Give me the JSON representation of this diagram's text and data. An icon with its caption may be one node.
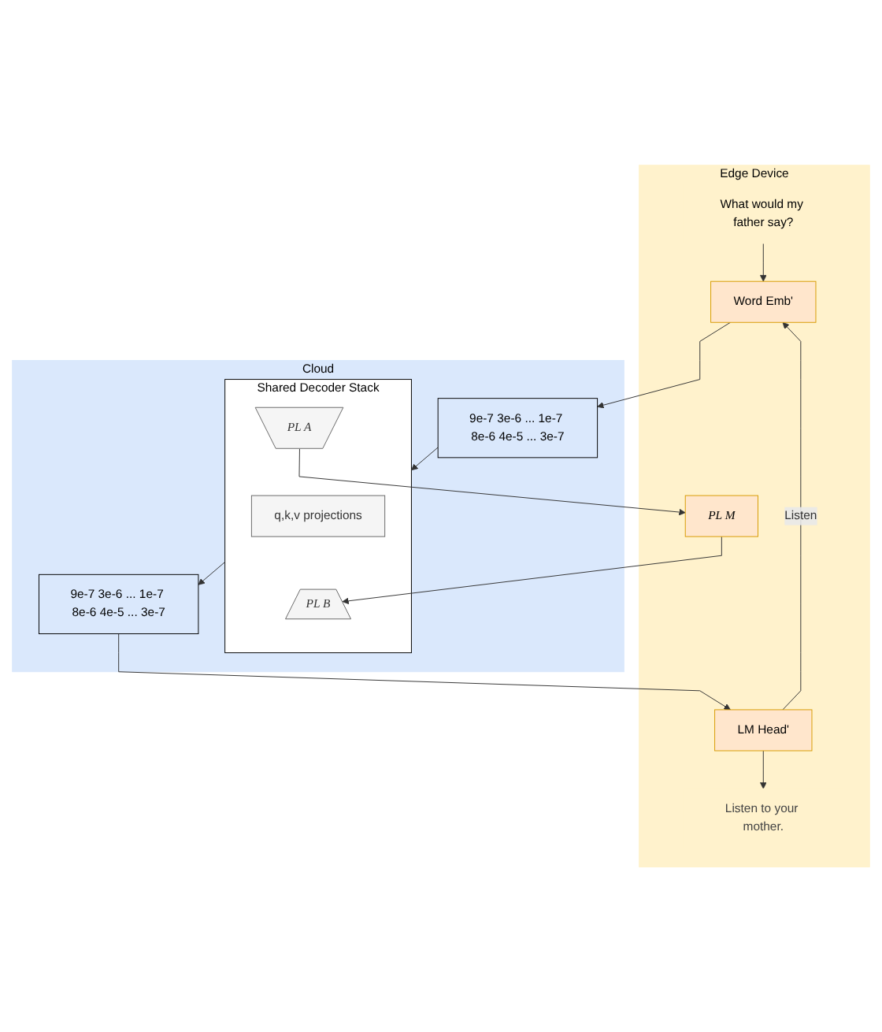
{
  "diagram": {
    "nodes": [
      {
        "text": [
          "Cloud"
        ]
      },
      {
        "text": [
          "9e-7 3e-6 ... 1e-7 8e-6 4e-5 ... 3e-7"
        ],
        "in": 0
      },
      {
        "text": [
          "Shared Decoder Stack"
        ],
        "in": 0
      },
      {
        "text": [
          "q,k,v projections"
        ],
        "in": 2
      },
      {
        "text": [
          "PL A"
        ],
        "in": 2
      },
      {
        "text": [
          "PL B"
        ],
        "in": 2
      },
      {
        "text": [
          "9e-7 3e-6 ... 1e-7 8e-6 4e-5 ... 3e-7"
        ],
        "in": 0
      },
      {
        "text": [
          "Edge Device"
        ]
      },
      {
        "text": [
          "What would my father say?"
        ],
        "in": 7
      },
      {
        "text": [
          "Word Emb'"
        ],
        "in": 7
      },
      {
        "text": [
          "PL M"
        ],
        "in": 7
      },
      {
        "text": [
          "LM Head'"
        ],
        "in": 7
      },
      {
        "text": [
          "Listen to your mother."
        ],
        "in": 7
      }
    ],
    "edges": [
      {
        "from": 8,
        "to": 9,
        "arrow": "to"
      },
      {
        "from": 11,
        "to": 9,
        "arrow": "to",
        "label": "Listen"
      },
      {
        "from": 9,
        "to": 1,
        "arrow": "to"
      },
      {
        "from": 1,
        "to": 2,
        "arrow": "to"
      },
      {
        "from": 4,
        "to": 10,
        "arrow": "to"
      },
      {
        "from": 10,
        "to": 5,
        "arrow": "to"
      },
      {
        "from": 2,
        "to": 6,
        "arrow": "to"
      },
      {
        "from": 6,
        "to": 11,
        "arrow": "to"
      },
      {
        "from": 11,
        "to": 12,
        "arrow": "to"
      }
    ]
  }
}
